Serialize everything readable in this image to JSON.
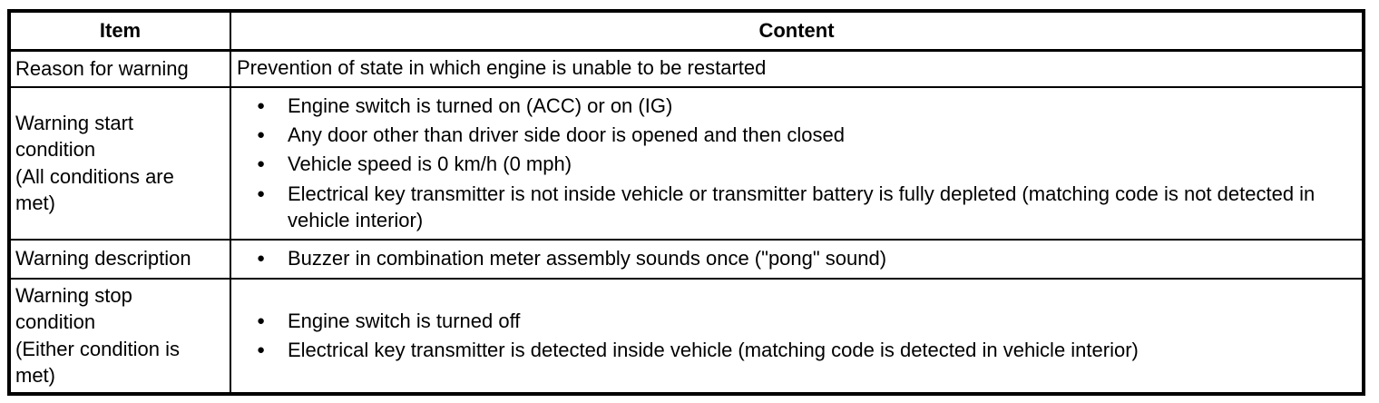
{
  "icons": {
    "bullet": "●"
  },
  "colors": {
    "border": "#000000",
    "text": "#000000",
    "background": "#ffffff"
  },
  "table": {
    "header": {
      "item": "Item",
      "content": "Content"
    },
    "rows": [
      {
        "item": "Reason for warning",
        "text": "Prevention of state in which engine is unable to be restarted"
      },
      {
        "item": "Warning start\ncondition\n(All conditions are\nmet)",
        "bullets": [
          "Engine switch is turned on (ACC) or on (IG)",
          "Any door other than driver side door is opened and then closed",
          "Vehicle speed is 0 km/h (0 mph)",
          "Electrical key transmitter is not inside vehicle or transmitter battery is fully depleted (matching code is not detected in vehicle interior)"
        ]
      },
      {
        "item": "Warning description",
        "bullets": [
          "Buzzer in combination meter assembly sounds once (\"pong\" sound)"
        ]
      },
      {
        "item": "Warning stop\ncondition\n(Either condition is\nmet)",
        "bullets": [
          "Engine switch is turned off",
          "Electrical key transmitter is detected inside vehicle (matching code is detected in vehicle interior)"
        ]
      }
    ]
  }
}
